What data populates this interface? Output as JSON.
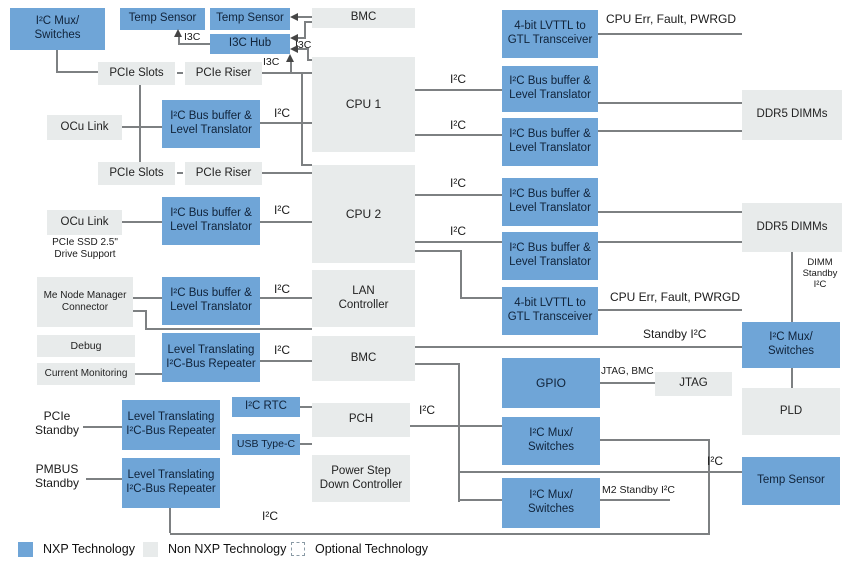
{
  "colors": {
    "nxp_blue": "#6fa5d7",
    "non_nxp_gray": "#e8ebeb",
    "line_gray": "#7d8082"
  },
  "boxes": [
    {
      "id": "mux-top-left",
      "kind": "nxp",
      "label": "I²C Mux/\nSwitches"
    },
    {
      "id": "temp-sensor-1",
      "kind": "nxp",
      "label": "Temp Sensor"
    },
    {
      "id": "temp-sensor-2",
      "kind": "nxp",
      "label": "Temp Sensor"
    },
    {
      "id": "bmc-top",
      "kind": "plain",
      "label": "BMC"
    },
    {
      "id": "i3c-hub",
      "kind": "nxp",
      "label": "I3C Hub"
    },
    {
      "id": "pcie-slots-1",
      "kind": "plain",
      "label": "PCIe Slots"
    },
    {
      "id": "pcie-riser-1",
      "kind": "plain",
      "label": "PCIe Riser"
    },
    {
      "id": "cpu-1",
      "kind": "plain",
      "label": "CPU 1"
    },
    {
      "id": "ocu-link-1",
      "kind": "plain",
      "label": "OCu Link"
    },
    {
      "id": "bus-buffer-left-1",
      "kind": "nxp",
      "label": "I²C Bus buffer &\nLevel Translator"
    },
    {
      "id": "pcie-slots-2",
      "kind": "plain",
      "label": "PCIe Slots"
    },
    {
      "id": "pcie-riser-2",
      "kind": "plain",
      "label": "PCIe Riser"
    },
    {
      "id": "cpu-2",
      "kind": "plain",
      "label": "CPU 2"
    },
    {
      "id": "ocu-link-2",
      "kind": "plain",
      "label": "OCu Link"
    },
    {
      "id": "bus-buffer-left-2",
      "kind": "nxp",
      "label": "I²C Bus buffer &\nLevel Translator"
    },
    {
      "id": "me-node-manager",
      "kind": "plain",
      "label": "Me Node Manager\nConnector"
    },
    {
      "id": "bus-buffer-left-3",
      "kind": "nxp",
      "label": "I²C Bus buffer &\nLevel Translator"
    },
    {
      "id": "lan-controller",
      "kind": "plain",
      "label": "LAN\nController"
    },
    {
      "id": "debug",
      "kind": "plain",
      "label": "Debug"
    },
    {
      "id": "current-monitoring",
      "kind": "plain",
      "label": "Current Monitoring"
    },
    {
      "id": "repeater-1",
      "kind": "nxp",
      "label": "Level Translating\nI²C-Bus Repeater"
    },
    {
      "id": "bmc-2",
      "kind": "plain",
      "label": "BMC"
    },
    {
      "id": "i2c-rtc",
      "kind": "nxp",
      "label": "I²C RTC"
    },
    {
      "id": "usb-type-c",
      "kind": "nxp",
      "label": "USB Type-C"
    },
    {
      "id": "pch",
      "kind": "plain",
      "label": "PCH"
    },
    {
      "id": "repeater-2",
      "kind": "nxp",
      "label": "Level Translating\nI²C-Bus Repeater"
    },
    {
      "id": "power-step-down",
      "kind": "plain",
      "label": "Power Step\nDown Controller"
    },
    {
      "id": "repeater-3",
      "kind": "nxp",
      "label": "Level Translating\nI²C-Bus Repeater"
    },
    {
      "id": "gtl-transceiver-1",
      "kind": "nxp",
      "label": "4-bit LVTTL to\nGTL Transceiver"
    },
    {
      "id": "bus-buffer-right-1",
      "kind": "nxp",
      "label": "I²C Bus buffer &\nLevel Translator"
    },
    {
      "id": "bus-buffer-right-2",
      "kind": "nxp",
      "label": "I²C Bus buffer &\nLevel Translator"
    },
    {
      "id": "bus-buffer-right-3",
      "kind": "nxp",
      "label": "I²C Bus buffer &\nLevel Translator"
    },
    {
      "id": "bus-buffer-right-4",
      "kind": "nxp",
      "label": "I²C Bus buffer &\nLevel Translator"
    },
    {
      "id": "gtl-transceiver-2",
      "kind": "nxp",
      "label": "4-bit LVTTL to\nGTL Transceiver"
    },
    {
      "id": "gpio",
      "kind": "nxp",
      "label": "GPIO"
    },
    {
      "id": "mux-2",
      "kind": "nxp",
      "label": "I²C Mux/\nSwitches"
    },
    {
      "id": "mux-3",
      "kind": "nxp",
      "label": "I²C Mux/\nSwitches"
    },
    {
      "id": "jtag",
      "kind": "plain",
      "label": "JTAG"
    },
    {
      "id": "ddr5-dimms-1",
      "kind": "plain",
      "label": "DDR5 DIMMs"
    },
    {
      "id": "ddr5-dimms-2",
      "kind": "plain",
      "label": "DDR5 DIMMs"
    },
    {
      "id": "mux-right",
      "kind": "nxp",
      "label": "I²C Mux/\nSwitches"
    },
    {
      "id": "pld",
      "kind": "plain",
      "label": "PLD"
    },
    {
      "id": "temp-sensor-3",
      "kind": "nxp",
      "label": "Temp Sensor"
    }
  ],
  "floats": [
    {
      "id": "i3c-hub-to-temp",
      "text": "I3C"
    },
    {
      "id": "i3c-into-hub",
      "text": "I3C"
    },
    {
      "id": "i3c-riser-bus",
      "text": "I3C"
    },
    {
      "id": "cpu-err-1",
      "text": "CPU Err, Fault, PWRGD"
    },
    {
      "id": "i2c-cpu1-a",
      "text": "I²C"
    },
    {
      "id": "i2c-cpu1-b",
      "text": "I²C"
    },
    {
      "id": "i2c-cpu2-a",
      "text": "I²C"
    },
    {
      "id": "i2c-cpu2-b",
      "text": "I²C"
    },
    {
      "id": "i2c-buf-l1",
      "text": "I²C"
    },
    {
      "id": "i2c-buf-l2",
      "text": "I²C"
    },
    {
      "id": "i2c-buf-l3",
      "text": "I²C"
    },
    {
      "id": "i2c-rep1",
      "text": "I²C"
    },
    {
      "id": "cpu-err-2",
      "text": "CPU Err, Fault, PWRGD"
    },
    {
      "id": "dimm-standby-i2c",
      "text": "DIMM\nStandby\nI²C"
    },
    {
      "id": "standby-i2c",
      "text": "Standby I²C"
    },
    {
      "id": "jtag-bmc",
      "text": "JTAG, BMC"
    },
    {
      "id": "i2c-pch",
      "text": "I²C"
    },
    {
      "id": "m2-standby-i2c",
      "text": "M2 Standby I²C"
    },
    {
      "id": "i2c-temp",
      "text": "I²C"
    },
    {
      "id": "i2c-bottom-bus",
      "text": "I²C"
    },
    {
      "id": "pcie-standby",
      "text": "PCIe\nStandby"
    },
    {
      "id": "pmbus-standby",
      "text": "PMBUS\nStandby"
    },
    {
      "id": "pcie-ssd-note",
      "text": "PCIe SSD 2.5\"\nDrive Support"
    }
  ],
  "legend": {
    "items": [
      {
        "label": "NXP Technology",
        "swatch": "nxp"
      },
      {
        "label": "Non NXP Technology",
        "swatch": "plain"
      },
      {
        "label": "Optional Technology",
        "swatch": "optional"
      }
    ]
  }
}
